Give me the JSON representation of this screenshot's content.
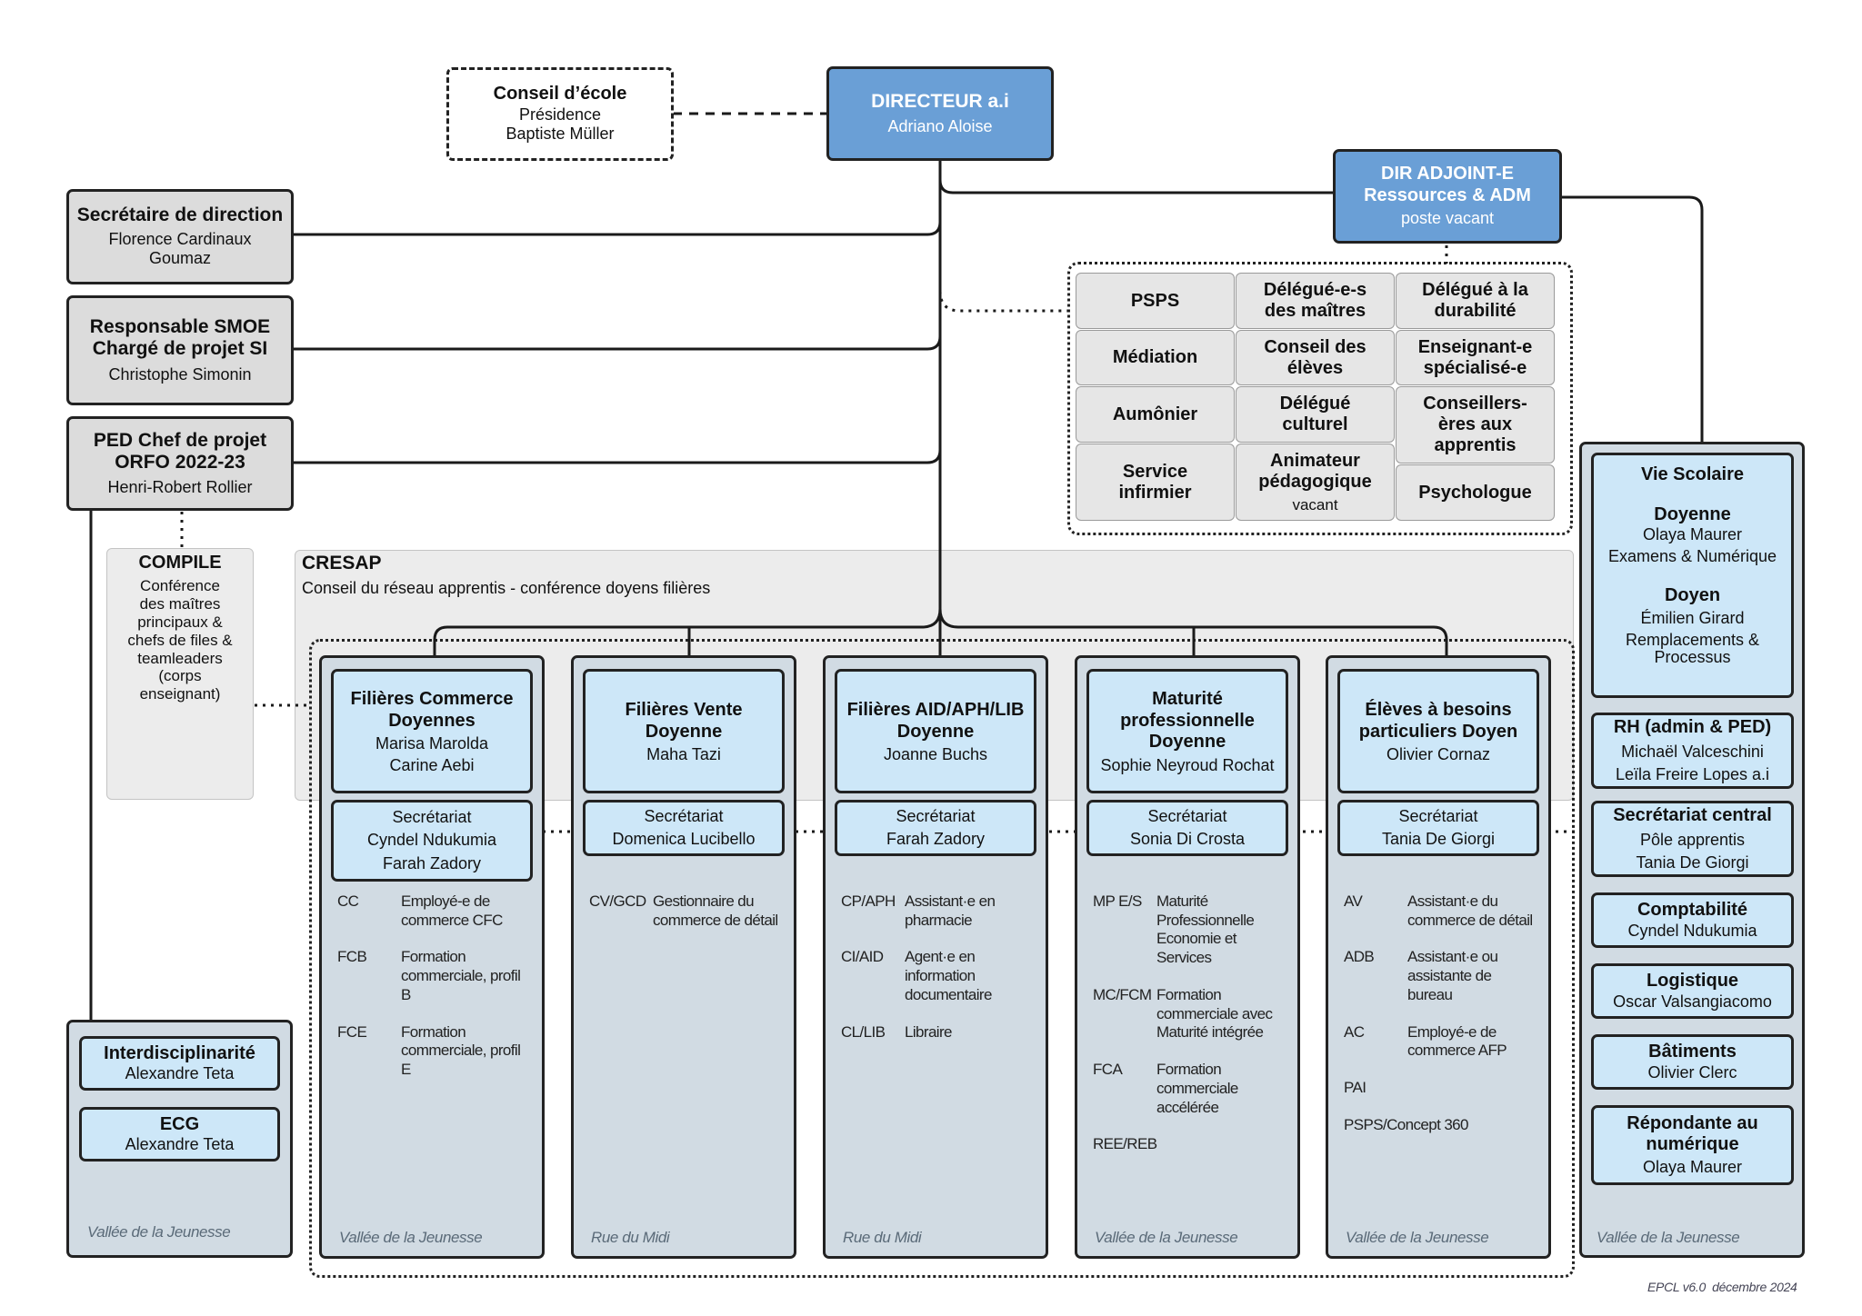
{
  "conseil": {
    "title": "Conseil d’école",
    "line1": "Présidence",
    "line2": "Baptiste Müller"
  },
  "directeur": {
    "title": "DIRECTEUR a.i",
    "name": "Adriano Aloise"
  },
  "adjoint": {
    "line1": "DIR ADJOINT-E",
    "line2": "Ressources & ADM",
    "name": "poste vacant"
  },
  "secretaire": {
    "title": "Secrétaire de direction",
    "name": "Florence Cardinaux Goumaz"
  },
  "smoe": {
    "line1": "Responsable SMOE",
    "line2": "Chargé de projet SI",
    "name": "Christophe Simonin"
  },
  "ped": {
    "line1": "PED Chef de projet",
    "line2": "ORFO 2022-23",
    "name": "Henri-Robert Rollier"
  },
  "grid": [
    {
      "label": "PSPS"
    },
    {
      "label": "Délégué-e-s des maîtres"
    },
    {
      "label": "Délégué à la durabilité"
    },
    {
      "label": "Médiation"
    },
    {
      "label": "Conseil des élèves"
    },
    {
      "label": "Enseignant-e spécialisé-e"
    },
    {
      "label": "Aumônier"
    },
    {
      "label": "Délégué culturel"
    },
    {
      "label": "Conseillers-ères aux apprentis"
    },
    {
      "label": "Service infirmier"
    },
    {
      "label": "Animateur pédagogique",
      "sub": "vacant"
    },
    {
      "label": "Psychologue"
    }
  ],
  "compile": {
    "title": "COMPILE",
    "desc": "Conférence des maîtres principaux & chefs de files & teamleaders (corps enseignant)"
  },
  "cresap": {
    "title": "CRESAP",
    "desc": "Conseil du réseau apprentis - conférence doyens filières"
  },
  "columns": [
    {
      "title": "Filières Commerce Doyennes",
      "names": [
        "Marisa Marolda",
        "Carine Aebi"
      ],
      "sec_title": "Secrétariat",
      "sec_names": [
        "Cyndel Ndukumia",
        "Farah Zadory"
      ],
      "codes": [
        {
          "code": "CC",
          "desc": "Employé-e de commerce CFC"
        },
        {
          "code": "FCB",
          "desc": "Formation commerciale, profil B"
        },
        {
          "code": "FCE",
          "desc": "Formation commerciale, profil E"
        }
      ],
      "location": "Vallée de la Jeunesse"
    },
    {
      "title": "Filières Vente Doyenne",
      "names": [
        "Maha Tazi"
      ],
      "sec_title": "Secrétariat",
      "sec_names": [
        "Domenica Lucibello"
      ],
      "codes": [
        {
          "code": "CV/GCD",
          "desc": "Gestionnaire du commerce de détail"
        }
      ],
      "location": "Rue du Midi"
    },
    {
      "title": "Filières AID/APH/LIB Doyenne",
      "names": [
        "Joanne Buchs"
      ],
      "sec_title": "Secrétariat",
      "sec_names": [
        "Farah Zadory"
      ],
      "codes": [
        {
          "code": "CP/APH",
          "desc": "Assistant·e en pharmacie"
        },
        {
          "code": "CI/AID",
          "desc": "Agent·e en information documentaire"
        },
        {
          "code": "CL/LIB",
          "desc": "Libraire"
        }
      ],
      "location": "Rue du Midi"
    },
    {
      "title": "Maturité professionnelle Doyenne",
      "names": [
        "Sophie Neyroud Rochat"
      ],
      "sec_title": "Secrétariat",
      "sec_names": [
        "Sonia Di Crosta"
      ],
      "codes": [
        {
          "code": "MP E/S",
          "desc": "Maturité Professionnelle Economie et Services"
        },
        {
          "code": "MC/FCM",
          "desc": "Formation commerciale avec Maturité intégrée"
        },
        {
          "code": "FCA",
          "desc": "Formation commerciale accélérée"
        },
        {
          "code": "REE/REB",
          "desc": ""
        }
      ],
      "location": "Vallée de la Jeunesse"
    },
    {
      "title": "Élèves à besoins particuliers Doyen",
      "names": [
        "Olivier Cornaz"
      ],
      "sec_title": "Secrétariat",
      "sec_names": [
        "Tania De Giorgi"
      ],
      "codes": [
        {
          "code": "AV",
          "desc": "Assistant·e du commerce de détail"
        },
        {
          "code": "ADB",
          "desc": "Assistant·e ou assistante de bureau"
        },
        {
          "code": "AC",
          "desc": "Employé-e de commerce AFP"
        },
        {
          "code": "PAI",
          "desc": ""
        },
        {
          "code": "PSPS/Concept 360",
          "desc": ""
        }
      ],
      "location": "Vallée de la Jeunesse"
    }
  ],
  "left_group": {
    "inter": {
      "title": "Interdisciplinarité",
      "name": "Alexandre Teta"
    },
    "ecg": {
      "title": "ECG",
      "name": "Alexandre Teta"
    },
    "location": "Vallée de la Jeunesse"
  },
  "right_group": {
    "vie": {
      "title": "Vie Scolaire",
      "d1_title": "Doyenne",
      "d1_name": "Olaya Maurer",
      "d1_role": "Examens & Numérique",
      "d2_title": "Doyen",
      "d2_name": "Émilien Girard",
      "d2_role": "Remplacements & Processus"
    },
    "rh": {
      "title": "RH (admin & PED)",
      "n1": "Michaël Valceschini",
      "n2": "Leïla Freire Lopes a.i"
    },
    "sec": {
      "title": "Secrétariat central",
      "n1": "Pôle apprentis",
      "n2": "Tania De Giorgi"
    },
    "compta": {
      "title": "Comptabilité",
      "name": "Cyndel Ndukumia"
    },
    "logi": {
      "title": "Logistique",
      "name": "Oscar Valsangiacomo"
    },
    "bat": {
      "title": "Bâtiments",
      "name": "Olivier Clerc"
    },
    "num": {
      "title": "Répondante au numérique",
      "name": "Olaya Maurer"
    },
    "location": "Vallée de la Jeunesse"
  },
  "footer": "EPCL v6.0  décembre 2024"
}
